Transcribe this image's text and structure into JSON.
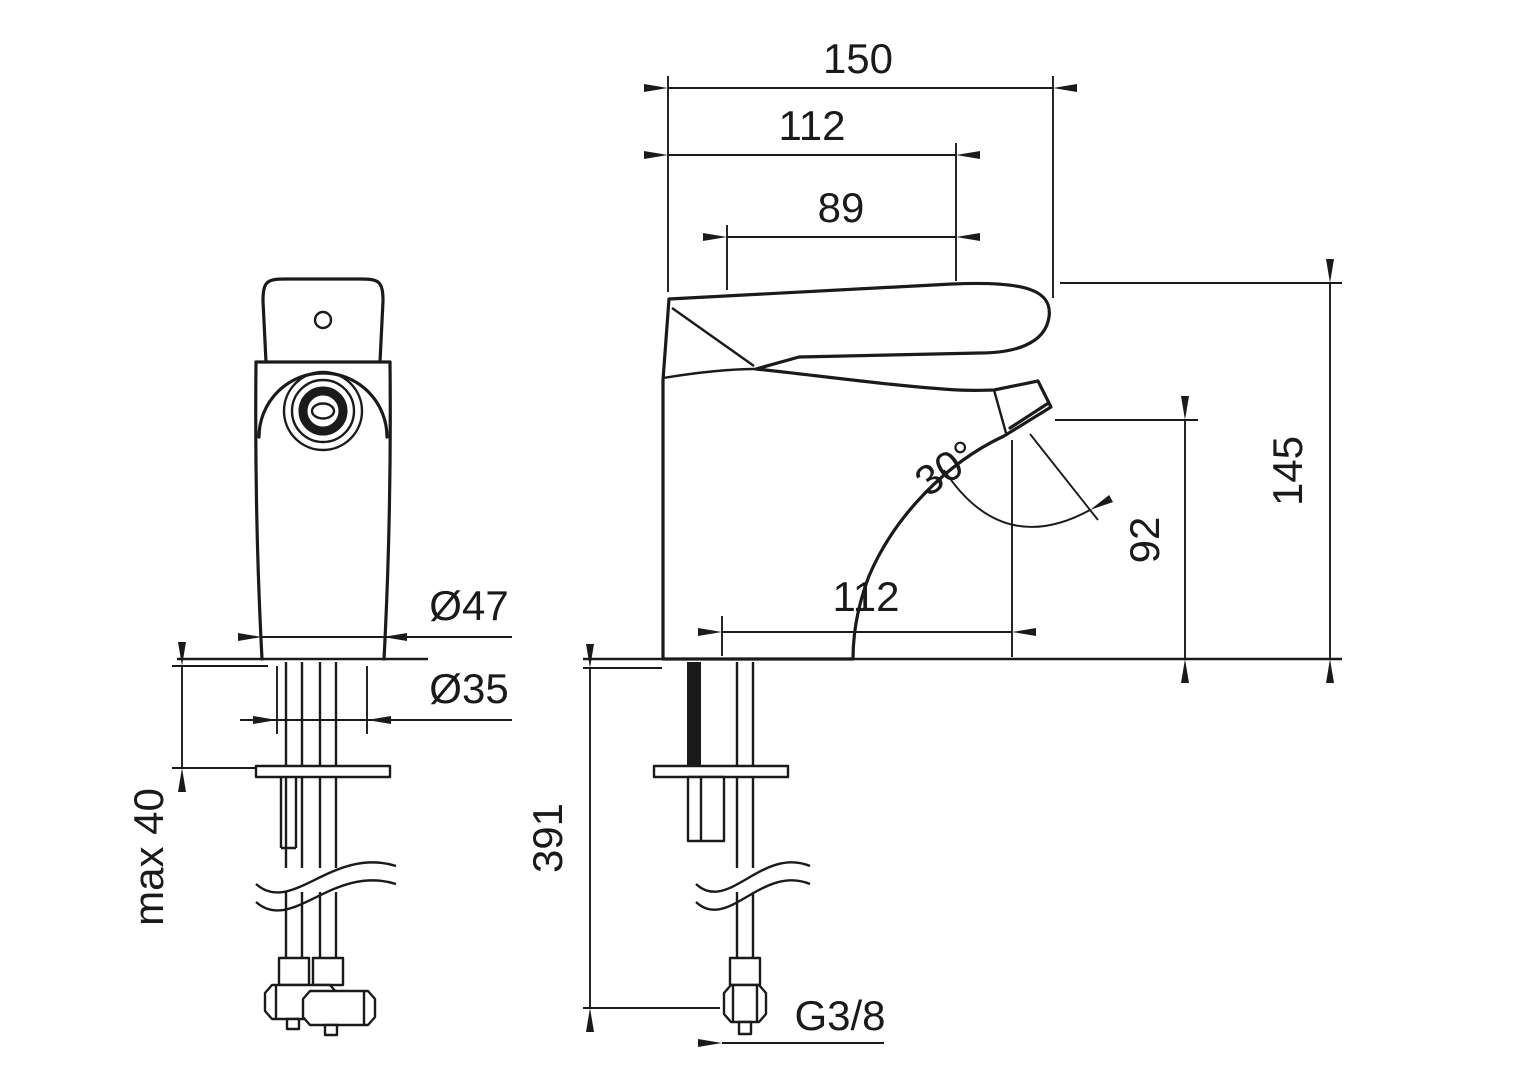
{
  "colors": {
    "background": "#ffffff",
    "line": "#1a1a1a"
  },
  "drawing": {
    "dims": {
      "total_depth": "150",
      "upper_reach": "112",
      "lever_length": "89",
      "body_height": "145",
      "spout_height": "92",
      "spout_angle": "30°",
      "spout_reach": "112",
      "base_diameter": "Ø47",
      "hole_diameter": "Ø35",
      "deck_thickness": "max 40",
      "hose_length": "391",
      "thread": "G3/8"
    }
  }
}
